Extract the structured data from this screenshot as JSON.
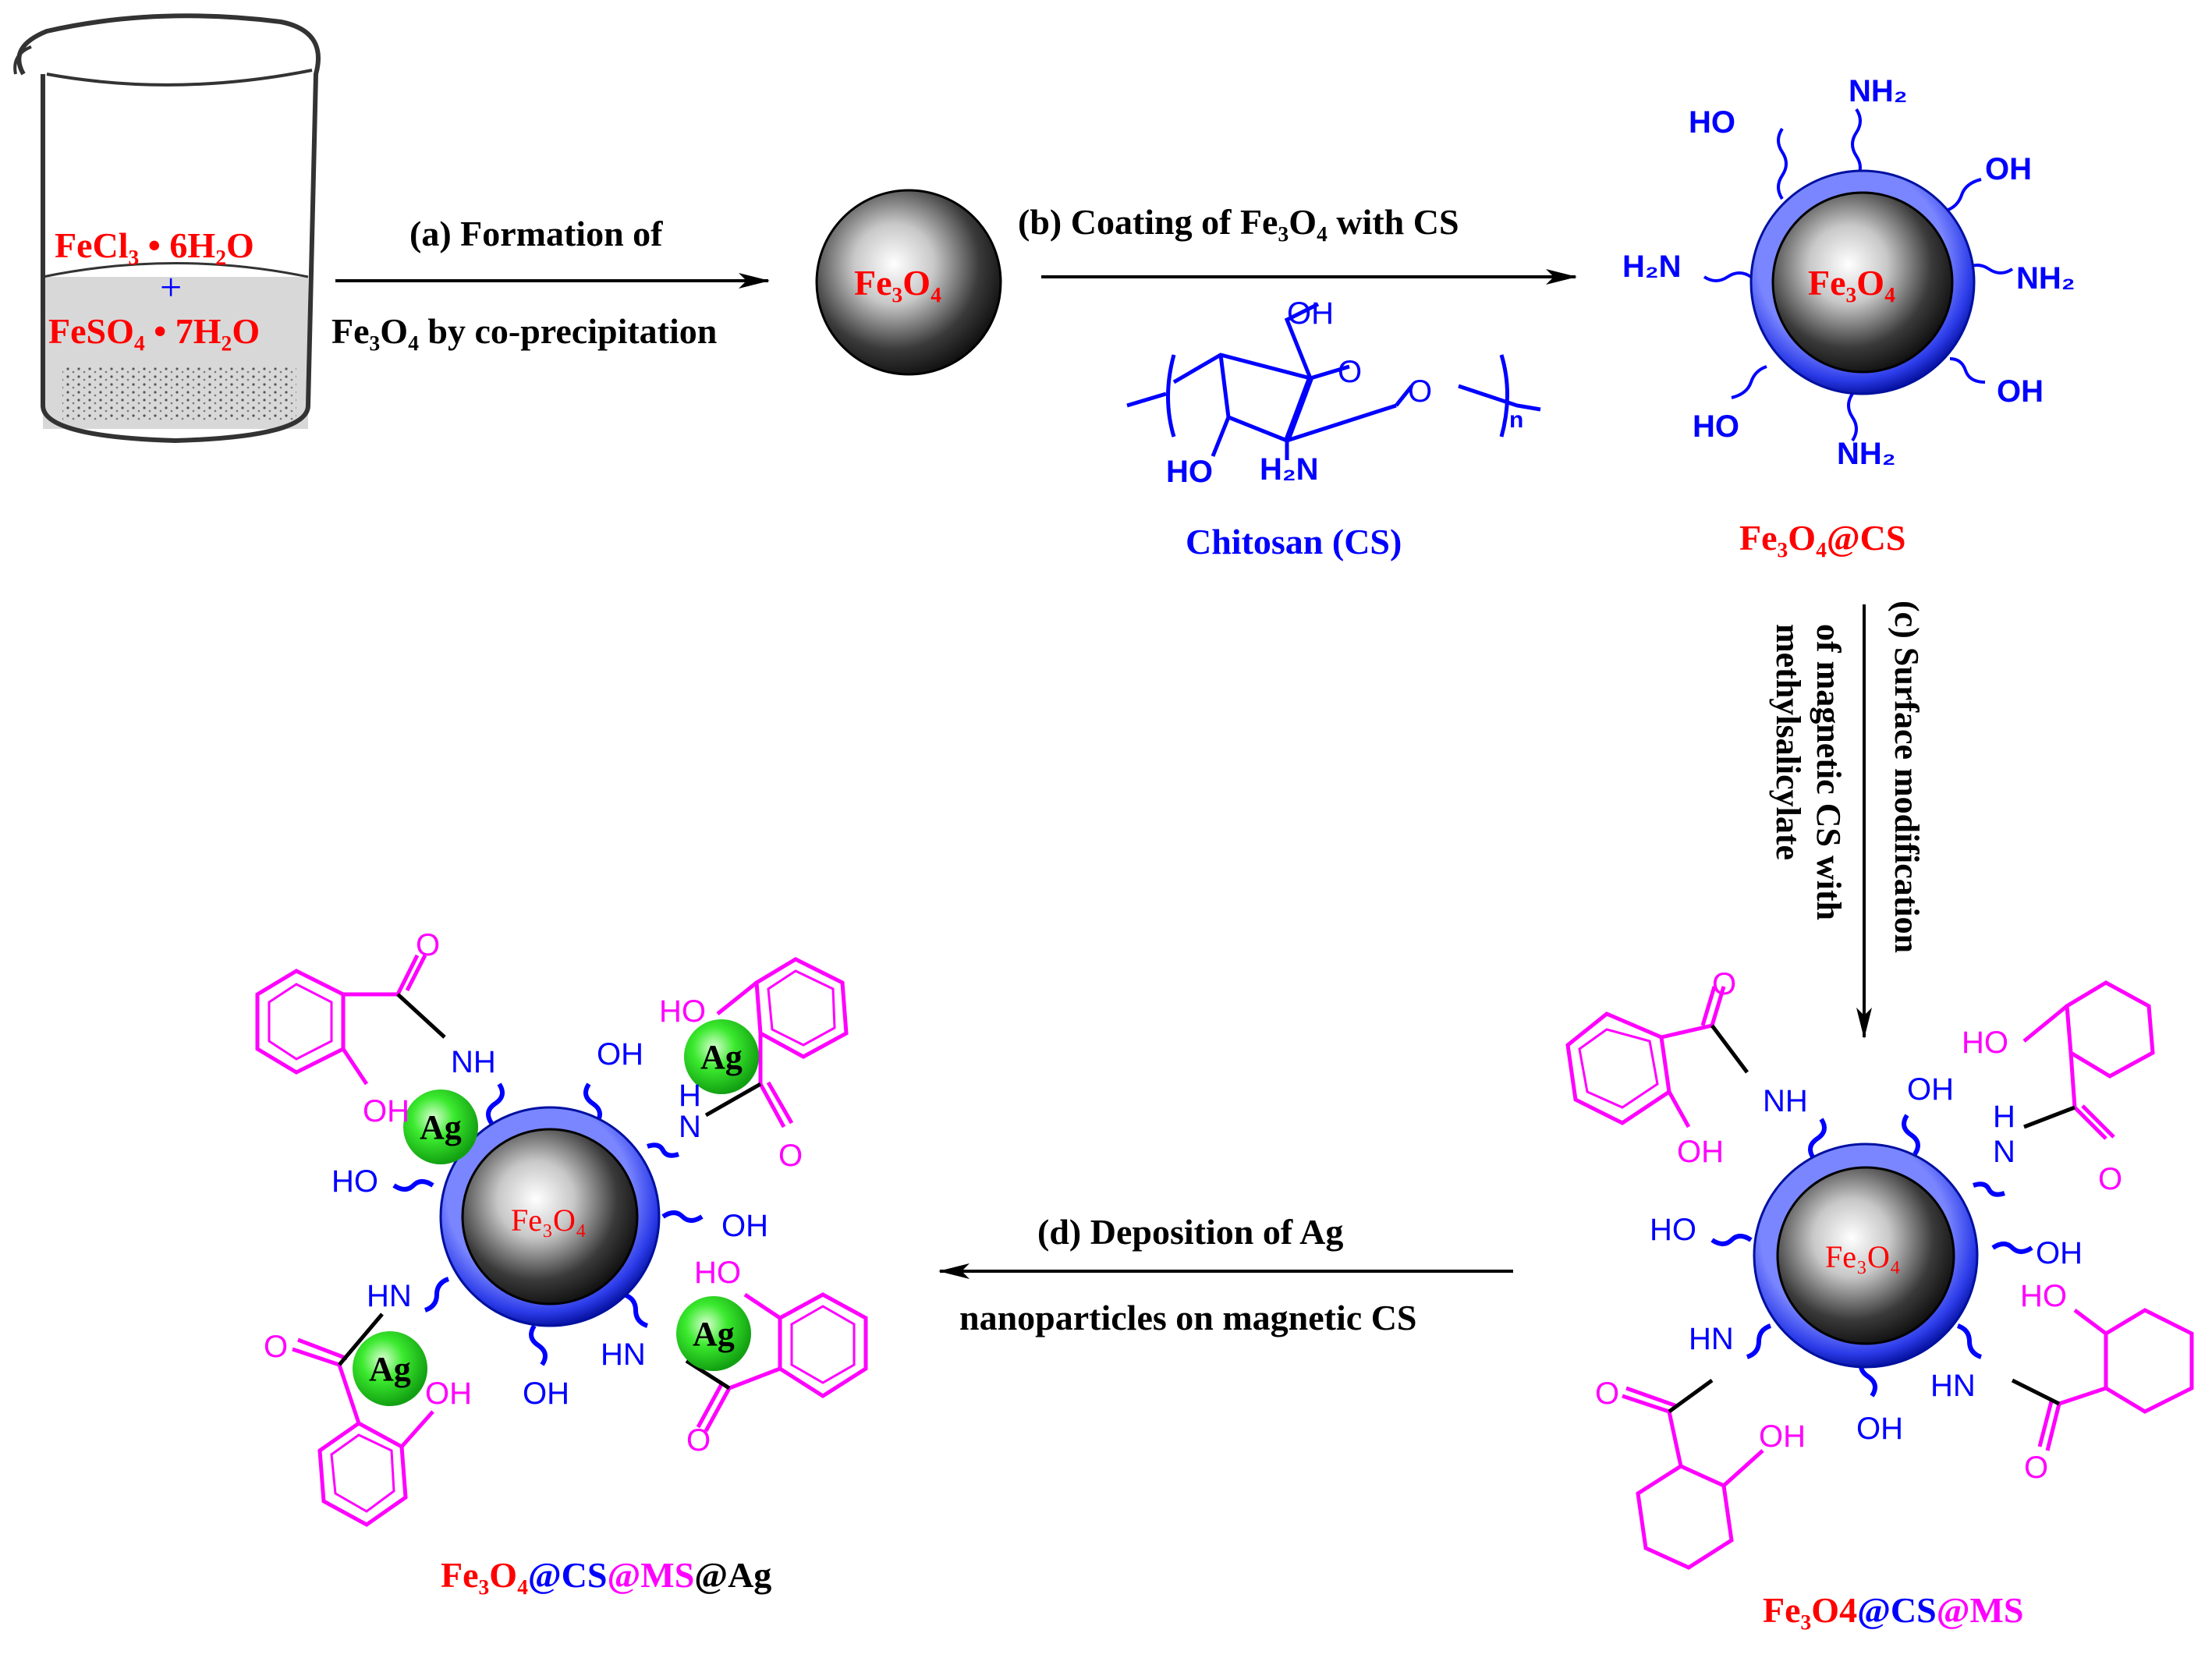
{
  "steps": {
    "a": {
      "letter": "(a)",
      "line1": "Formation of",
      "line2": "Fe₃O₄ by co-precipitation"
    },
    "b": {
      "letter": "(b)",
      "line1": "Coating of Fe₃O₄ with CS"
    },
    "c": {
      "letter": "(c)",
      "line1": "Surface modification",
      "line2": "of magnetic CS with",
      "line3": "methylsalicylate"
    },
    "d": {
      "letter": "(d)",
      "line1": "Deposition of Ag",
      "line2": "nanoparticles on magnetic CS"
    }
  },
  "beaker": {
    "reagent1": "FeCl₃ • 6H₂O",
    "plus": "+",
    "reagent2": "FeSO₄ • 7H₂O"
  },
  "core": "Fe₃O₄",
  "chitosan": {
    "name": "Chitosan (CS)",
    "oh_top": "OH",
    "ring_o": "O",
    "link_o": "O",
    "ho": "HO",
    "h2n": "H₂N",
    "n": "n"
  },
  "fe3o4_cs": {
    "label": "Fe₃O₄@CS",
    "groups": {
      "ho_tl": "HO",
      "nh2_top": "NH₂",
      "oh_tr": "OH",
      "h2n_l": "H₂N",
      "nh2_r": "NH₂",
      "ho_bl": "HO",
      "oh_br": "OH",
      "nh2_bot": "NH₂"
    }
  },
  "fe3o4_cs_ms": {
    "label_fe": "Fe₃O4",
    "label_cs": "@CS",
    "label_ms": "@MS",
    "core": "Fe₃O₄"
  },
  "product": {
    "label_fe": "Fe₃O₄",
    "label_cs": "@CS",
    "label_ms": "@MS",
    "label_ag": "@Ag",
    "core": "Fe₃O₄"
  },
  "atoms": {
    "o": "O",
    "oh": "OH",
    "ho": "HO",
    "nh": "NH",
    "hn": "HN",
    "h": "H",
    "n": "N",
    "ag": "Ag"
  },
  "colors": {
    "iron": "#ff0000",
    "chitosan": "#0000ff",
    "ms": "#ff00ff",
    "silver": "#00dd00",
    "text": "#000000"
  }
}
